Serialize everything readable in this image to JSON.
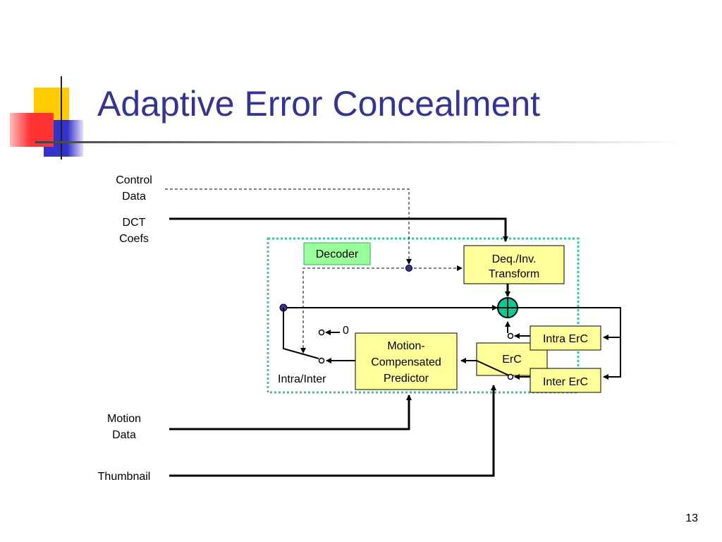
{
  "slide": {
    "title": "Adaptive Error Concealment",
    "page_number": "13"
  },
  "inputs": {
    "control_data": [
      "Control",
      "Data"
    ],
    "dct_coefs": [
      "DCT",
      "Coefs"
    ],
    "motion_data": [
      "Motion",
      "Data"
    ],
    "thumbnail": "Thumbnail"
  },
  "blocks": {
    "decoder_label": "Decoder",
    "deq_transform": [
      "Deq./Inv.",
      "Transform"
    ],
    "motion_predictor": [
      "Motion-",
      "Compensated",
      "Predictor"
    ],
    "erc": "ErC",
    "intra_erc": "Intra ErC",
    "inter_erc": "Inter ErC"
  },
  "switch": {
    "intra_inter_label": "Intra/Inter",
    "zero_label": "0"
  },
  "colors": {
    "title": "#333399",
    "block_fill": "#ffff99",
    "decoder_fill": "#99ff99",
    "dotted_border": "#33cc99",
    "adder_fill": "#00cc99",
    "node_fill": "#333399",
    "deco_yellow": "#ffcc00",
    "deco_red": "#ff3333",
    "deco_blue": "#3333cc"
  }
}
